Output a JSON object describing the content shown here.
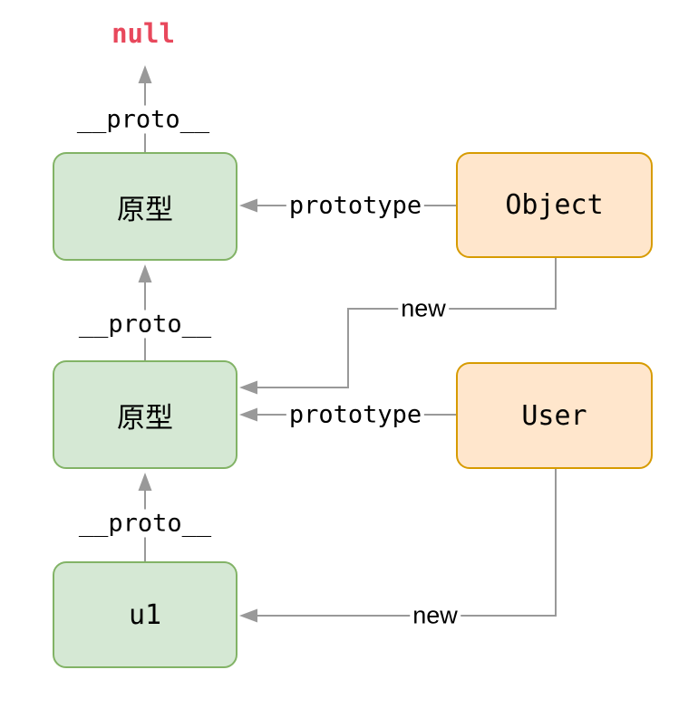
{
  "diagram": {
    "description": "JavaScript prototype chain diagram",
    "nodes": {
      "null_terminal": {
        "label": "null",
        "color": "#e8485c"
      },
      "proto_top": {
        "label": "原型",
        "kind": "prototype-object"
      },
      "object_ctor": {
        "label": "Object",
        "kind": "constructor"
      },
      "proto_mid": {
        "label": "原型",
        "kind": "prototype-object"
      },
      "user_ctor": {
        "label": "User",
        "kind": "constructor"
      },
      "u1_instance": {
        "label": "u1",
        "kind": "instance"
      }
    },
    "edges": {
      "proto_top_to_null": {
        "label": "__proto__",
        "from": "proto_top",
        "to": "null"
      },
      "object_prototype": {
        "label": "prototype",
        "from": "object_ctor",
        "to": "proto_top"
      },
      "object_new": {
        "label": "new",
        "from": "object_ctor",
        "to": "proto_mid"
      },
      "proto_mid_to_top": {
        "label": "__proto__",
        "from": "proto_mid",
        "to": "proto_top"
      },
      "user_prototype": {
        "label": "prototype",
        "from": "user_ctor",
        "to": "proto_mid"
      },
      "u1_proto": {
        "label": "__proto__",
        "from": "u1_instance",
        "to": "proto_mid"
      },
      "user_new": {
        "label": "new",
        "from": "user_ctor",
        "to": "u1_instance"
      }
    },
    "colors": {
      "green_fill": "#d5e8d4",
      "green_border": "#82b366",
      "orange_fill": "#ffe6cc",
      "orange_border": "#d79b00",
      "edge_line": "#999999",
      "null_text": "#e8485c",
      "background": "#ffffff"
    }
  }
}
